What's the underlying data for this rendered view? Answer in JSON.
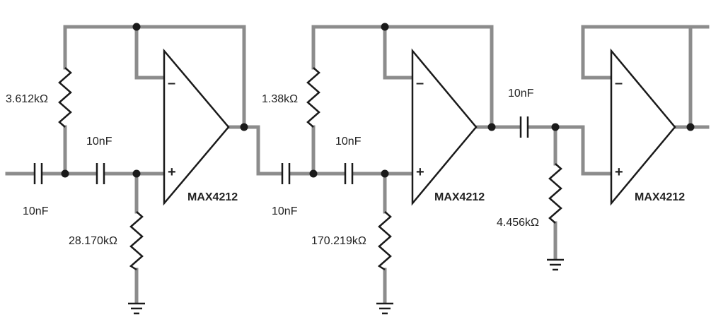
{
  "colors": {
    "wire": "#8c8c8c",
    "ink": "#1a1a1a",
    "background": "#ffffff"
  },
  "stage1": {
    "feedback_resistor": "3.612kΩ",
    "input_cap": "10nF",
    "series_cap": "10nF",
    "shunt_resistor": "28.170kΩ",
    "opamp_part": "MAX4212",
    "minus": "–",
    "plus": "+"
  },
  "stage2": {
    "feedback_resistor": "1.38kΩ",
    "input_cap": "10nF",
    "series_cap": "10nF",
    "shunt_resistor": "170.219kΩ",
    "opamp_part": "MAX4212",
    "minus": "–",
    "plus": "+"
  },
  "stage3": {
    "coupling_cap": "10nF",
    "shunt_resistor": "4.456kΩ",
    "opamp_part": "MAX4212",
    "minus": "–",
    "plus": "+"
  },
  "icons": [
    "capacitor-icon",
    "resistor-icon",
    "ground-icon",
    "opamp-icon",
    "junction-dot-icon"
  ]
}
